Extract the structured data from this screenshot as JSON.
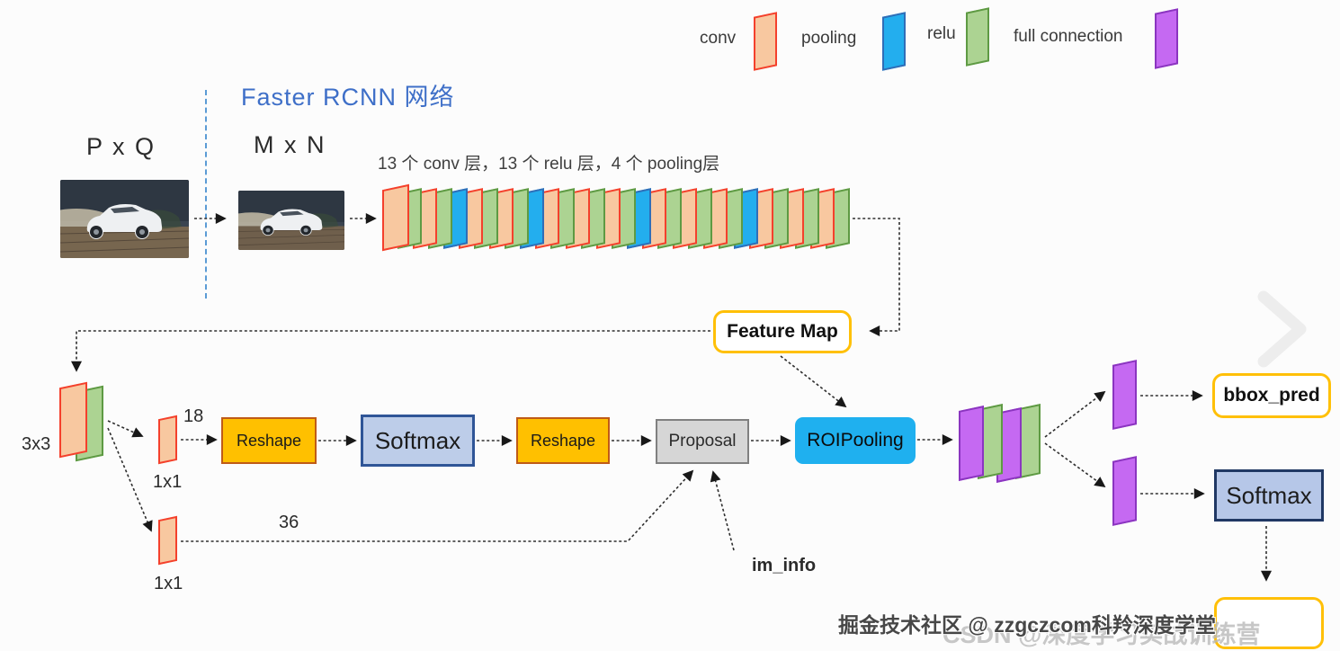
{
  "legend": {
    "items": [
      {
        "label": "conv",
        "type": "conv"
      },
      {
        "label": "pooling",
        "type": "pool"
      },
      {
        "label": "relu",
        "type": "relu"
      },
      {
        "label": "full connection",
        "type": "fc"
      }
    ]
  },
  "palette": {
    "conv": {
      "fill": "#F8C8A0",
      "border": "#F4402C"
    },
    "relu": {
      "fill": "#ACD392",
      "border": "#5E9A43"
    },
    "pool": {
      "fill": "#23AEEE",
      "border": "#2F6EB8"
    },
    "fc": {
      "fill": "#C569F2",
      "border": "#8B35C0"
    }
  },
  "colors": {
    "title_blue": "#3E6FC8",
    "yellow_accent": "#FFC008",
    "reshape_fill": "#FFC000",
    "softmax_fill": "#BDCDE9",
    "proposal_fill": "#D6D6D6",
    "roipooling_fill": "#1FB0EF",
    "divider_blue": "#5B9BD5"
  },
  "title": {
    "text": "Faster RCNN 网络"
  },
  "input": {
    "pq": "P x Q",
    "mn": "M x N"
  },
  "backbone": {
    "caption": "13 个 conv 层，13 个 relu 层，4 个 pooling层",
    "sequence": [
      "conv",
      "relu",
      "conv",
      "relu",
      "pool",
      "conv",
      "relu",
      "conv",
      "relu",
      "pool",
      "conv",
      "relu",
      "conv",
      "relu",
      "conv",
      "relu",
      "pool",
      "conv",
      "relu",
      "conv",
      "relu",
      "conv",
      "relu",
      "pool",
      "conv",
      "relu",
      "conv",
      "relu",
      "conv",
      "relu"
    ]
  },
  "nodes": {
    "feature_map": "Feature Map",
    "reshape1": "Reshape",
    "softmax_rpn": "Softmax",
    "reshape2": "Reshape",
    "proposal": "Proposal",
    "roipooling": "ROIPooling",
    "bbox_pred": "bbox_pred",
    "softmax_cls": "Softmax"
  },
  "rpn": {
    "k3": "3x3",
    "k1a": "1x1",
    "k1b": "1x1",
    "ch18": "18",
    "ch36": "36",
    "im_info": "im_info"
  },
  "watermark": {
    "primary": "掘金技术社区 @ zzgczcom科羚深度学堂",
    "secondary": "CSDN @深度学习实战训练营"
  }
}
